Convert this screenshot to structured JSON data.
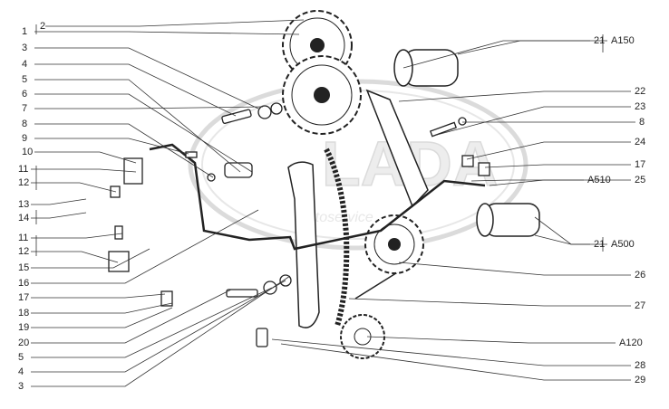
{
  "watermark": {
    "text": "LADA",
    "subtext": "autoservice"
  },
  "left_labels": [
    "1",
    "2",
    "3",
    "4",
    "5",
    "6",
    "7",
    "8",
    "9",
    "10",
    "11",
    "12",
    "13",
    "14",
    "11",
    "12",
    "15",
    "16",
    "17",
    "18",
    "19",
    "20",
    "5",
    "4",
    "3"
  ],
  "right_labels": [
    "21",
    "A150",
    "22",
    "23",
    "8",
    "24",
    "17",
    "A510",
    "25",
    "21",
    "A500",
    "26",
    "27",
    "A120",
    "28",
    "29"
  ]
}
